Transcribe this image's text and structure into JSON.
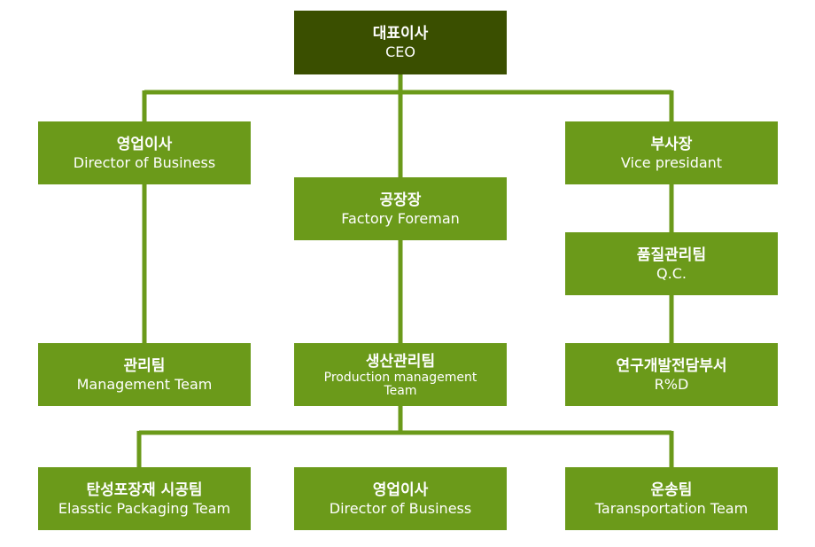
{
  "colors": {
    "box": "#6b9a1a",
    "ceo_box": "#3a4f00",
    "line": "#6b9a1a",
    "text": "#ffffff"
  },
  "boxes": {
    "ceo": {
      "ko": "대표이사",
      "en": "CEO"
    },
    "director_business": {
      "ko": "영업이사",
      "en": "Director of Business"
    },
    "factory_foreman": {
      "ko": "공장장",
      "en": "Factory Foreman"
    },
    "vice_president": {
      "ko": "부사장",
      "en": "Vice presidant"
    },
    "qc": {
      "ko": "품질관리팀",
      "en": "Q.C."
    },
    "management_team": {
      "ko": "관리팀",
      "en": "Management Team"
    },
    "production_management": {
      "ko": "생산관리팀",
      "en": "Production management Team"
    },
    "rd": {
      "ko": "연구개발전담부서",
      "en": "R%D"
    },
    "packaging_team": {
      "ko": "탄성포장재 시공팀",
      "en": "Elasstic Packaging Team"
    },
    "director_business_2": {
      "ko": "영업이사",
      "en": "Director of Business"
    },
    "transportation_team": {
      "ko": "운송팀",
      "en": "Taransportation Team"
    }
  }
}
